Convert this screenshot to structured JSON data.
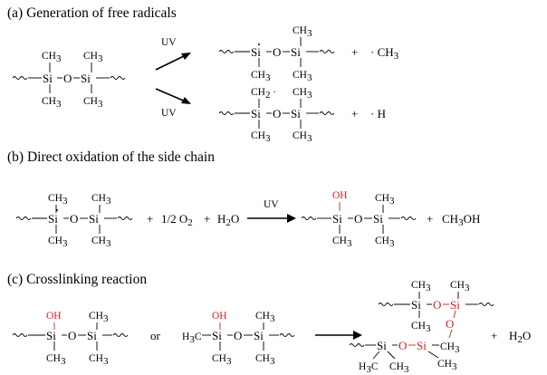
{
  "sections": {
    "a": {
      "title": "(a) Generation of free radicals"
    },
    "b": {
      "title": "(b) Direct oxidation of  the side chain"
    },
    "c": {
      "title": "(c) Crosslinking reaction"
    }
  },
  "atoms": {
    "si": "Si",
    "o": "O",
    "oh": "OH",
    "ch2_radical": "CH",
    "h3c": "H",
    "c": "C"
  },
  "labels": {
    "uv": "UV",
    "plus": "+",
    "or": "or",
    "ch3_radical": "· CH",
    "h_radical": "· H",
    "half_o2": "1/2 O",
    "h2o": "H",
    "h2o_tail": "O",
    "ch3oh": "CH",
    "ch3oh_tail": "OH"
  },
  "colors": {
    "oxidation_highlight": "#d21f1f",
    "text": "#000000"
  }
}
